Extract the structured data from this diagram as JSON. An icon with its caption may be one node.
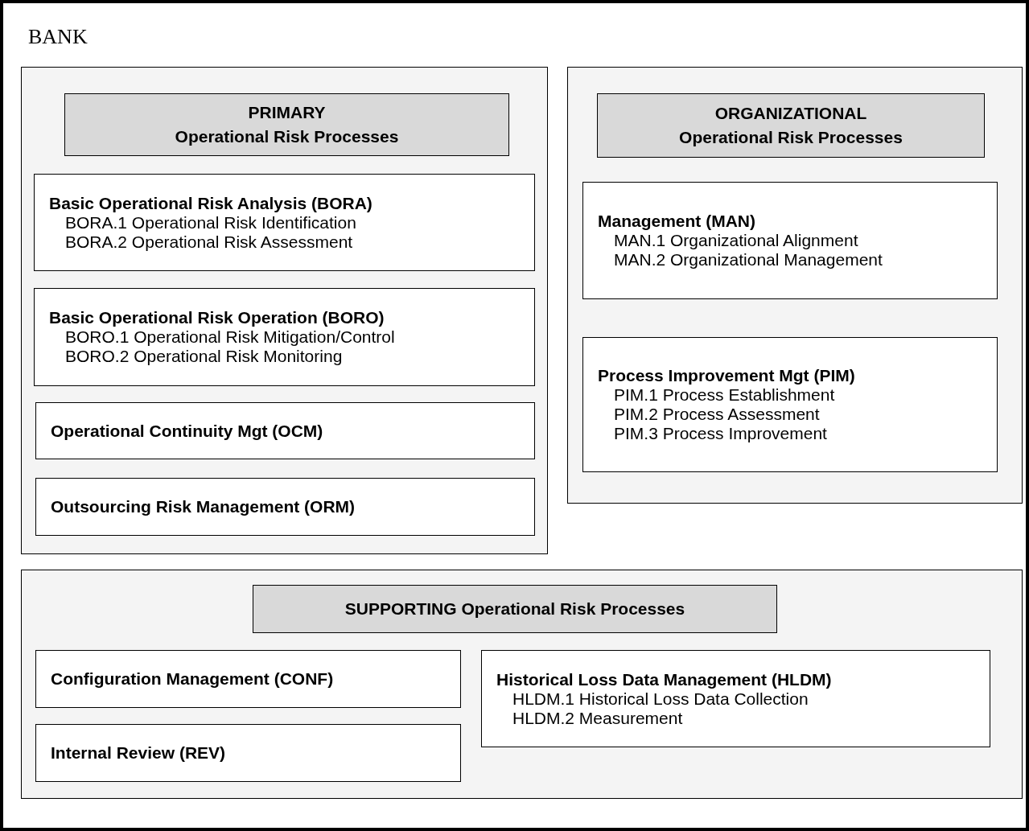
{
  "diagram": {
    "nodes": [
      {
        "text": [
          "BANK"
        ]
      },
      {
        "text": [],
        "shape": "box",
        "in": 0
      },
      {
        "text": [
          "PRIMARY Operational Risk Processes"
        ],
        "in": 1
      },
      {
        "text": [
          "Basic Operational Risk Analysis (BORA)",
          "BORA.1 Operational Risk Identification",
          "BORA.2 Operational Risk Assessment"
        ],
        "in": 1
      },
      {
        "text": [
          "Basic Operational Risk Operation (BORO)",
          "BORO.1 Operational Risk Mitigation/Control",
          "BORO.2 Operational Risk Monitoring"
        ],
        "in": 1
      },
      {
        "text": [
          "Operational Continuity Mgt (OCM)"
        ],
        "in": 1
      },
      {
        "text": [
          "Outsourcing Risk Management (ORM)"
        ],
        "in": 1
      },
      {
        "text": [],
        "shape": "box",
        "in": 0
      },
      {
        "text": [
          "ORGANIZATIONAL Operational Risk Processes"
        ],
        "in": 7
      },
      {
        "text": [
          "Management (MAN)",
          "MAN.1 Organizational Alignment",
          "MAN.2 Organizational Management"
        ],
        "in": 7
      },
      {
        "text": [
          "Process Improvement Mgt (PIM)",
          "PIM.1 Process Establishment",
          "PIM.2 Process Assessment",
          "PIM.3 Process Improvement"
        ],
        "in": 7
      },
      {
        "text": [],
        "shape": "box",
        "in": 0
      },
      {
        "text": [
          "SUPPORTING Operational Risk Processes"
        ],
        "in": 11
      },
      {
        "text": [
          "Configuration Management (CONF)"
        ],
        "in": 11
      },
      {
        "text": [
          "Internal Review (REV)"
        ],
        "in": 11
      },
      {
        "text": [
          "Historical Loss Data Management (HLDM)",
          "HLDM.1 Historical Loss Data Collection",
          "HLDM.2 Measurement"
        ],
        "in": 11
      }
    ],
    "edges": []
  }
}
